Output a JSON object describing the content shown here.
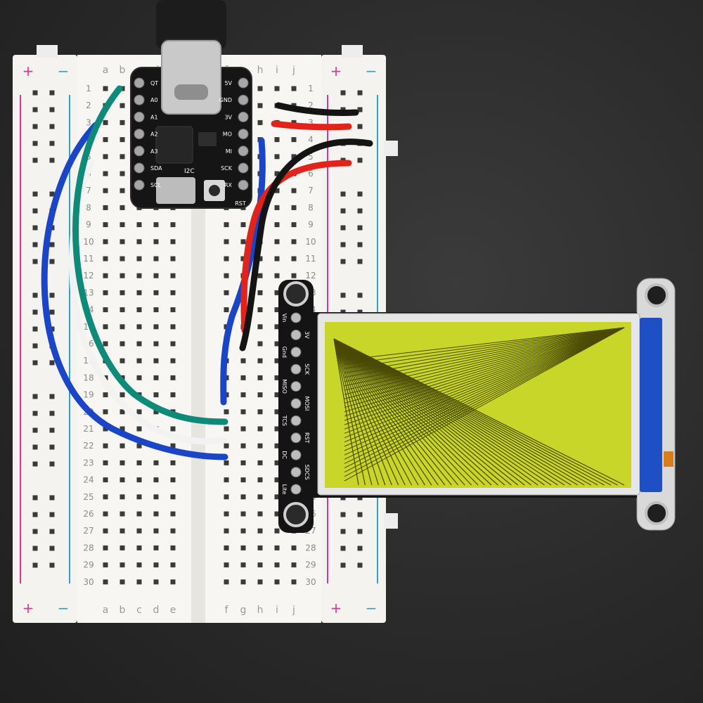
{
  "breadboard": {
    "col_labels_left": [
      "a",
      "b",
      "c",
      "d",
      "e"
    ],
    "col_labels_right": [
      "f",
      "g",
      "h",
      "i",
      "j"
    ],
    "row_numbers": [
      "1",
      "2",
      "3",
      "4",
      "5",
      "6",
      "7",
      "8",
      "9",
      "10",
      "11",
      "12",
      "13",
      "14",
      "15",
      "16",
      "17",
      "18",
      "19",
      "20",
      "21",
      "22",
      "23",
      "24",
      "25",
      "26",
      "27",
      "28",
      "29",
      "30"
    ],
    "rail_plus": "+",
    "rail_minus": "−",
    "colors": {
      "body": "#f4f3ef",
      "hole": "#3a3a3a",
      "plus_line": "#e0338f",
      "minus_line": "#21a6d9"
    }
  },
  "microcontroller": {
    "left_pins": [
      "QT",
      "A0",
      "A1",
      "A2",
      "A3",
      "SDA",
      "SCL"
    ],
    "right_pins": [
      "5V",
      "GND",
      "3V",
      "MO",
      "MI",
      "SCK",
      "RX"
    ],
    "logo": "I2C",
    "rst": "RST"
  },
  "display_breakout": {
    "pin_labels": [
      "Vin",
      "3V",
      "Gnd",
      "SCK",
      "MISO",
      "MOSI",
      "TCS",
      "RST",
      "DC",
      "SDCS",
      "Lite"
    ],
    "screen_color": "#c8d62a",
    "line_color": "#4a4a06",
    "pcb_color": "#1e4fc4"
  },
  "wires": {
    "colors": [
      "#1a45c9",
      "#0e8a79",
      "#f2f2f2",
      "#e2231a",
      "#141414"
    ]
  }
}
